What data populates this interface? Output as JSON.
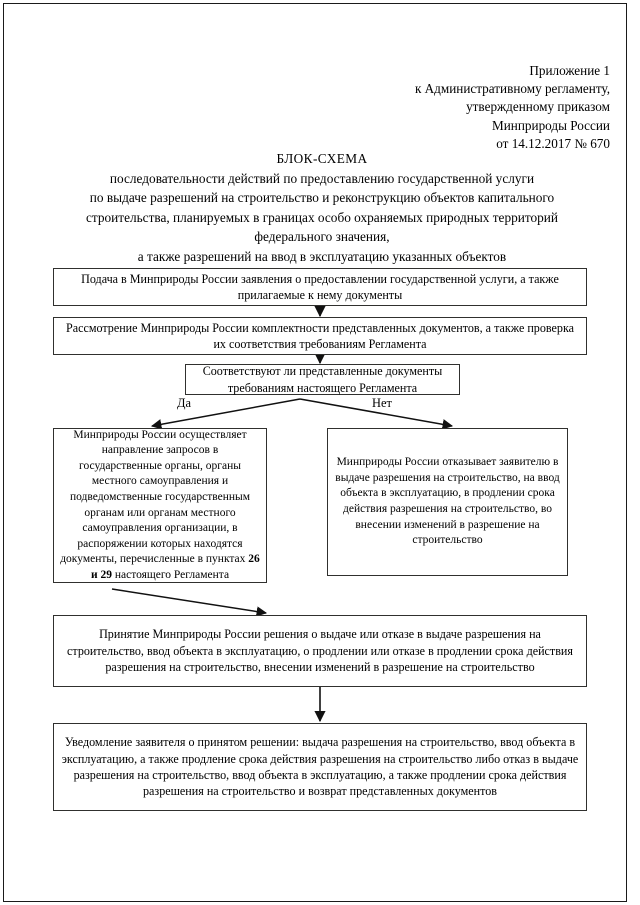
{
  "header": {
    "lines": [
      "Приложение 1",
      "к Административному регламенту,",
      "утвержденному приказом",
      "Минприроды России",
      "от 14.12.2017 № 670"
    ]
  },
  "title": {
    "heading": "БЛОК-СХЕМА",
    "lines": [
      "последовательности действий по предоставлению государственной услуги",
      "по выдаче разрешений на строительство и реконструкцию объектов капитального",
      "строительства, планируемых в границах особо охраняемых природных территорий",
      "федерального значения,",
      "а также разрешений на ввод в эксплуатацию указанных объектов"
    ]
  },
  "flowchart": {
    "type": "flowchart",
    "orientation": "top-to-bottom",
    "nodes": [
      {
        "id": "submit",
        "shape": "rectangle",
        "text": "Подача в Минприроды России заявления о предоставлении государственной услуги, а также прилагаемые к нему документы"
      },
      {
        "id": "review",
        "shape": "rectangle",
        "text": "Рассмотрение Минприроды России комплектности представленных документов, а также проверка их соответствия требованиям Регламента"
      },
      {
        "id": "decision",
        "shape": "rectangle-decision",
        "text": "Соответствуют ли представленные документы требованиям настоящего Регламента"
      },
      {
        "id": "yes_branch",
        "shape": "rectangle",
        "text_html": "Минприроды России осуществляет направление запросов в государственные органы, органы местного самоуправления и подведомственные государственным органам или органам местного самоуправления организации, в распоряжении которых находятся документы, перечисленные в пунктах <b>26 и 29</b> настоящего Регламента"
      },
      {
        "id": "no_branch",
        "shape": "rectangle",
        "text": "Минприроды России отказывает заявителю в выдаче разрешения на строительство, на ввод объекта в эксплуатацию, в продлении срока действия разрешения на строительство, во внесении изменений в разрешение на строительство"
      },
      {
        "id": "result",
        "shape": "rectangle",
        "text": "Принятие Минприроды России решения о выдаче или отказе в выдаче разрешения на строительство, ввод объекта в эксплуатацию, о продлении или отказе в продлении срока действия разрешения на строительство, внесении изменений в разрешение на строительство"
      },
      {
        "id": "notify",
        "shape": "rectangle",
        "text": "Уведомление заявителя о принятом решении: выдача разрешения на строительство, ввод объекта в эксплуатацию, а также продление срока действия разрешения на строительство либо отказ в выдаче разрешения на строительство, ввод объекта в эксплуатацию, а также продлении срока действия разрешения на строительство и возврат представленных документов"
      }
    ],
    "edges": [
      {
        "from": "submit",
        "to": "review",
        "label": ""
      },
      {
        "from": "review",
        "to": "decision",
        "label": ""
      },
      {
        "from": "decision",
        "to": "yes_branch",
        "label": "Да"
      },
      {
        "from": "decision",
        "to": "no_branch",
        "label": "Нет"
      },
      {
        "from": "yes_branch",
        "to": "result",
        "label": ""
      },
      {
        "from": "result",
        "to": "notify",
        "label": ""
      }
    ],
    "branch_labels": {
      "yes": "Да",
      "no": "Нет"
    }
  },
  "colors": {
    "page_background": "#ffffff",
    "text": "#000000",
    "box_border": "#30302e",
    "page_border": "#1a1a1a",
    "connector": "#111111"
  }
}
